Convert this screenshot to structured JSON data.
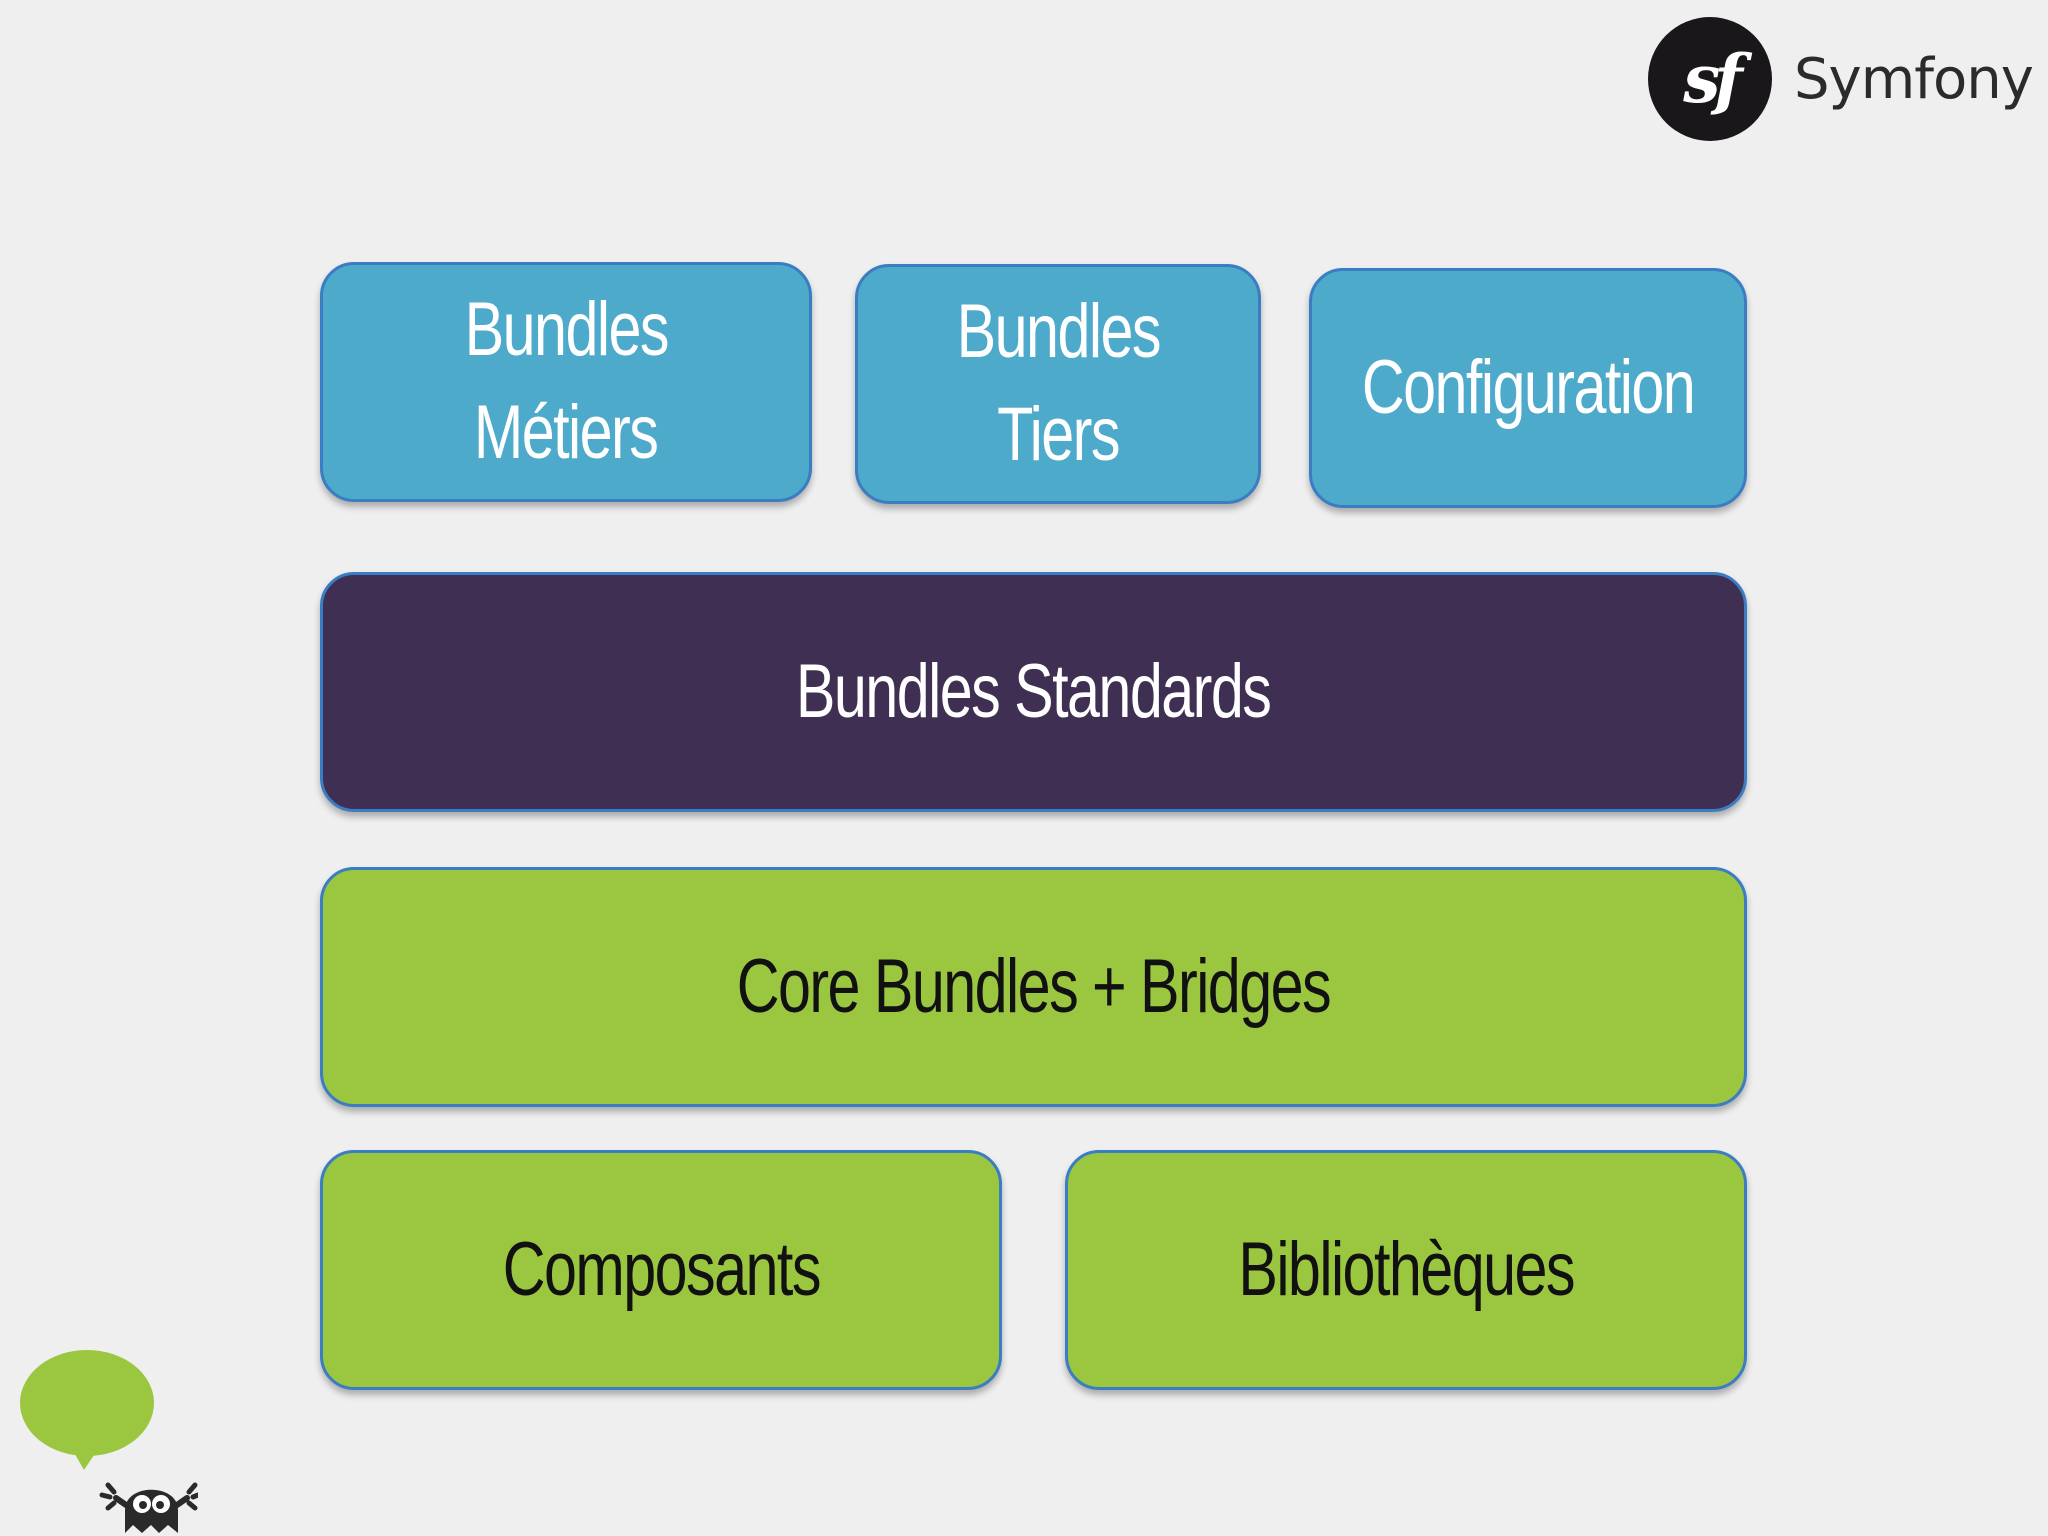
{
  "logo": {
    "mark": "sf",
    "name": "Symfony"
  },
  "diagram": {
    "top_row": [
      {
        "lines": [
          "Bundles",
          "Métiers"
        ]
      },
      {
        "lines": [
          "Bundles",
          "Tiers"
        ]
      },
      {
        "lines": [
          "Configuration"
        ]
      }
    ],
    "standards": "Bundles Standards",
    "core": "Core Bundles + Bridges",
    "bottom_row": [
      "Composants",
      "Bibliothèques"
    ]
  },
  "colors": {
    "top_row": "#4daaca",
    "standards": "#3f2f52",
    "core_and_bottom": "#9bc640",
    "border": "#3b7dc2",
    "background": "#efeff0"
  },
  "icons": {
    "mascot": "speech-bubble-ghost-icon"
  }
}
